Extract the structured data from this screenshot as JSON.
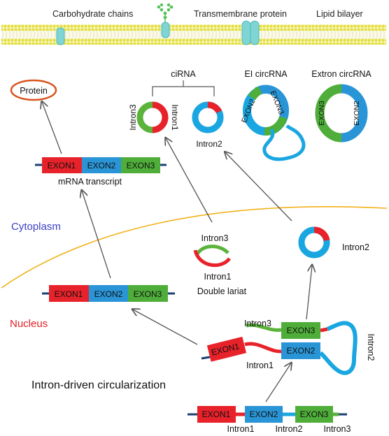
{
  "membrane": {
    "carbohydrate_label": "Carbohydrate chains",
    "transmembrane_label": "Transmembrane protein",
    "bilayer_label": "Lipid bilayer"
  },
  "regions": {
    "cytoplasm": "Cytoplasm",
    "nucleus": "Nucleus"
  },
  "protein_label": "Protein",
  "mrna": {
    "exons": [
      "EXON1",
      "EXON2",
      "EXON3"
    ],
    "label": "mRNA  transcript"
  },
  "nuclear_mrna": {
    "exons": [
      "EXON1",
      "EXON2",
      "EXON3"
    ]
  },
  "circ_types": {
    "cirna": "ciRNA",
    "ei": "EI circRNA",
    "extron": "Extron  circRNA"
  },
  "cirna_labels": {
    "intron3": "Intron3",
    "intron1": "Intron1",
    "intron2": "Intron2"
  },
  "ei_exons": [
    "EXON2",
    "EXON3"
  ],
  "extron_exons": [
    "EXON3",
    "EXON2"
  ],
  "lariat": {
    "intron3": "Intron3",
    "intron1": "Intron1",
    "label": "Double lariat"
  },
  "intron2_circle_label": "Intron2",
  "circularization": {
    "exon1": "EXON1",
    "exon2": "EXON2",
    "exon3": "EXON3",
    "intron3": "Intron3",
    "intron1": "Intron1",
    "intron2": "Intron2",
    "title": "Intron-driven circularization"
  },
  "pre_mrna": {
    "exons": [
      "EXON1",
      "EXON2",
      "EXON3"
    ],
    "introns": [
      "Intron1",
      "Intron2",
      "Intron3"
    ]
  },
  "colors": {
    "exon1": "#e8222a",
    "exon2": "#2a95d6",
    "exon3": "#4fae3a",
    "intron_red": "#e8222a",
    "intron_blue": "#1aa6e0",
    "intron_green": "#5bb33b",
    "cytoplasm_text": "#3b3fc4",
    "nucleus_text": "#e01f26",
    "envelope": "#f2b21a",
    "membrane_head": "#e7e233",
    "protein_oval": "#d9541f"
  }
}
